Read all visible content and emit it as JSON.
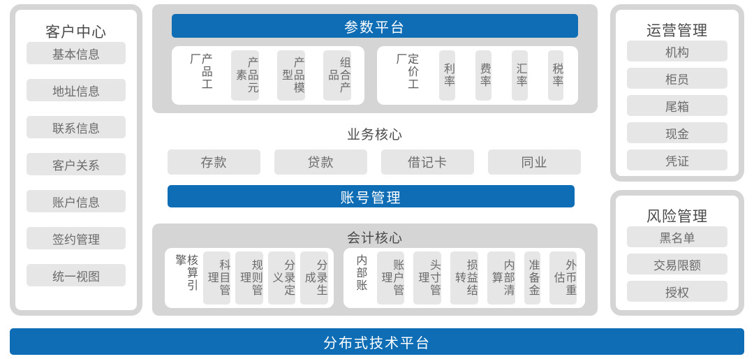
{
  "customer_center": {
    "title": "客户中心",
    "items": [
      "基本信息",
      "地址信息",
      "联系信息",
      "客户关系",
      "账户信息",
      "签约管理",
      "统一视图"
    ]
  },
  "param_platform": {
    "header": "参数平台",
    "product_factory": {
      "label": "产品工厂",
      "items": [
        "产品元素",
        "产品模型",
        "组合产品"
      ]
    },
    "pricing_factory": {
      "label": "定价工厂",
      "items": [
        "利率",
        "费率",
        "汇率",
        "税率"
      ]
    }
  },
  "business_core": {
    "title": "业务核心",
    "items": [
      "存款",
      "贷款",
      "借记卡",
      "同业"
    ],
    "account_bar": "账号管理"
  },
  "accounting_core": {
    "title": "会计核心",
    "engine": {
      "label": "核算引擎",
      "items": [
        "科目管理",
        "规则管理",
        "分录定义",
        "分录生成"
      ]
    },
    "internal": {
      "label": "内部账",
      "items": [
        "账户管理",
        "头寸管理",
        "损益结转",
        "内部清算",
        "准备金",
        "外币重估"
      ]
    }
  },
  "operations": {
    "title": "运营管理",
    "items": [
      "机构",
      "柜员",
      "尾箱",
      "现金",
      "凭证"
    ]
  },
  "risk": {
    "title": "风险管理",
    "items": [
      "黑名单",
      "交易限额",
      "授权"
    ]
  },
  "footer": {
    "label": "分布式技术平台"
  },
  "colors": {
    "accent_blue": "#0e6db4",
    "panel_gray": "#d5d5d5",
    "chip_gray": "#e6e6e6",
    "text_gray": "#5a5a5a"
  }
}
